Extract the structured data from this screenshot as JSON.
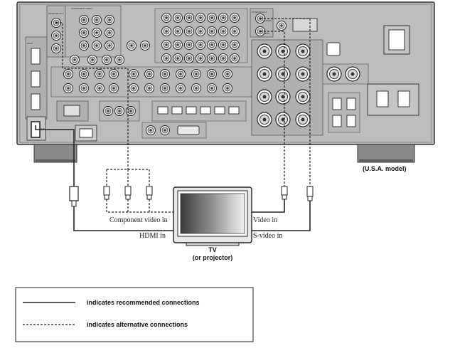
{
  "panel_labels": {
    "monitor_out_left": "MONITOR OUT",
    "component_video": "COMPONENT VIDEO",
    "hdmi": "HDMI",
    "hdmi_out": "OUT",
    "monitor_out_right": "MONITOR OUT",
    "s_video": "S VIDEO",
    "video": "VIDEO"
  },
  "model_note": "(U.S.A. model)",
  "tv": {
    "title": "TV",
    "subtitle": "(or projector)",
    "inputs": {
      "component": "Component video in",
      "hdmi": "HDMI in",
      "video": "Video in",
      "s_video": "S-video in"
    }
  },
  "legend": {
    "solid": "indicates recommended connections",
    "dashed": "indicates alternative connections"
  },
  "colors": {
    "panel": "#bdbdbd",
    "panel_dark": "#8a8a8a",
    "line": "#222222"
  }
}
